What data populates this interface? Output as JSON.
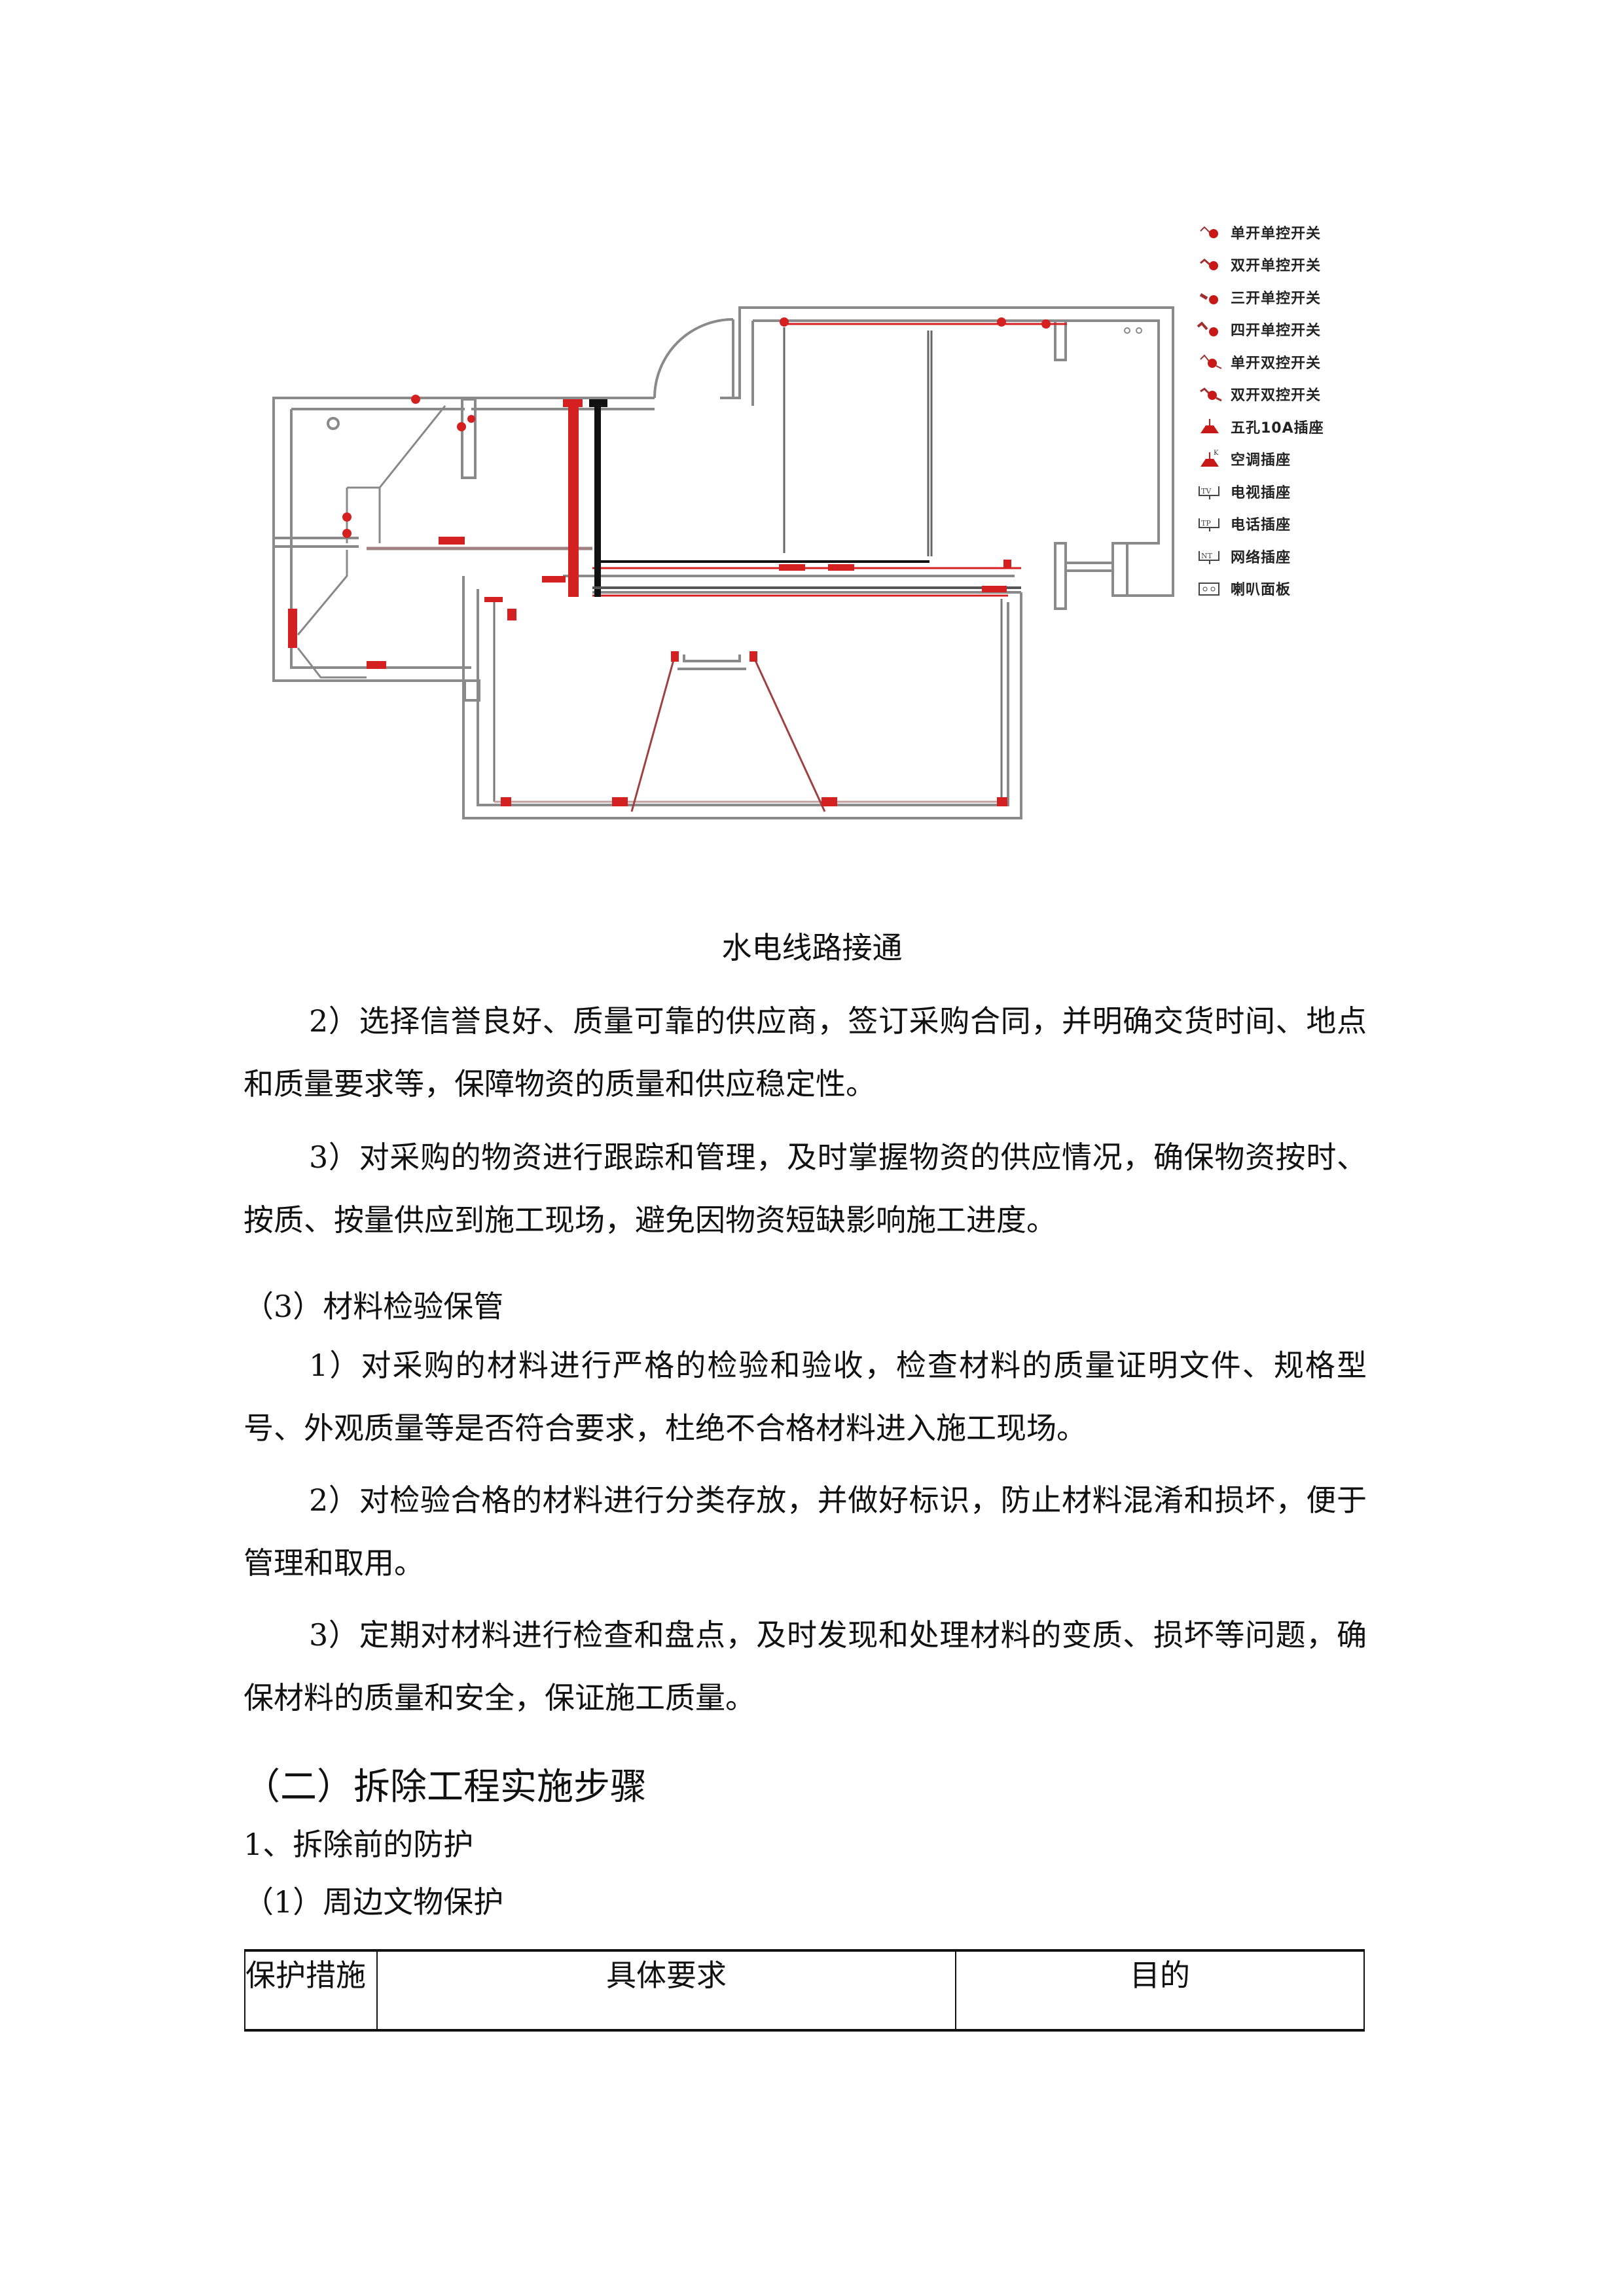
{
  "figure": {
    "caption": "水电线路接通",
    "legend": [
      {
        "symbol": "single-gang-single-control-switch-icon",
        "label": "单开单控开关"
      },
      {
        "symbol": "double-gang-single-control-switch-icon",
        "label": "双开单控开关"
      },
      {
        "symbol": "triple-gang-single-control-switch-icon",
        "label": "三开单控开关"
      },
      {
        "symbol": "quad-gang-single-control-switch-icon",
        "label": "四开单控开关"
      },
      {
        "symbol": "single-gang-dual-control-switch-icon",
        "label": "单开双控开关"
      },
      {
        "symbol": "double-gang-dual-control-switch-icon",
        "label": "双开双控开关"
      },
      {
        "symbol": "five-hole-10a-socket-icon",
        "label": "五孔10A插座"
      },
      {
        "symbol": "air-conditioner-socket-icon",
        "label": "空调插座"
      },
      {
        "symbol": "tv-socket-icon",
        "label": "电视插座"
      },
      {
        "symbol": "telephone-socket-icon",
        "label": "电话插座"
      },
      {
        "symbol": "network-socket-icon",
        "label": "网络插座"
      },
      {
        "symbol": "speaker-panel-icon",
        "label": "喇叭面板"
      }
    ],
    "colors": {
      "wire": "#d42020",
      "wall": "#8a8a8a",
      "trunk_black": "#111111"
    }
  },
  "paragraphs": {
    "p2": "2）选择信誉良好、质量可靠的供应商，签订采购合同，并明确交货时间、地点和质量要求等，保障物资的质量和供应稳定性。",
    "p3": "3）对采购的物资进行跟踪和管理，及时掌握物资的供应情况，确保物资按时、按质、按量供应到施工现场，避免因物资短缺影响施工进度。",
    "sub3": "（3）材料检验保管",
    "m1": "1）对采购的材料进行严格的检验和验收，检查材料的质量证明文件、规格型号、外观质量等是否符合要求，杜绝不合格材料进入施工现场。",
    "m2": "2）对检验合格的材料进行分类存放，并做好标识，防止材料混淆和损坏，便于管理和取用。",
    "m3": "3）定期对材料进行检查和盘点，及时发现和处理材料的变质、损坏等问题，确保材料的质量和安全，保证施工质量。"
  },
  "section": {
    "title": "（二）拆除工程实施步骤",
    "item1": "1、拆除前的防护",
    "item1_sub": "（1）周边文物保护"
  },
  "table": {
    "headers": [
      "保护措施",
      "具体要求",
      "目的"
    ]
  }
}
